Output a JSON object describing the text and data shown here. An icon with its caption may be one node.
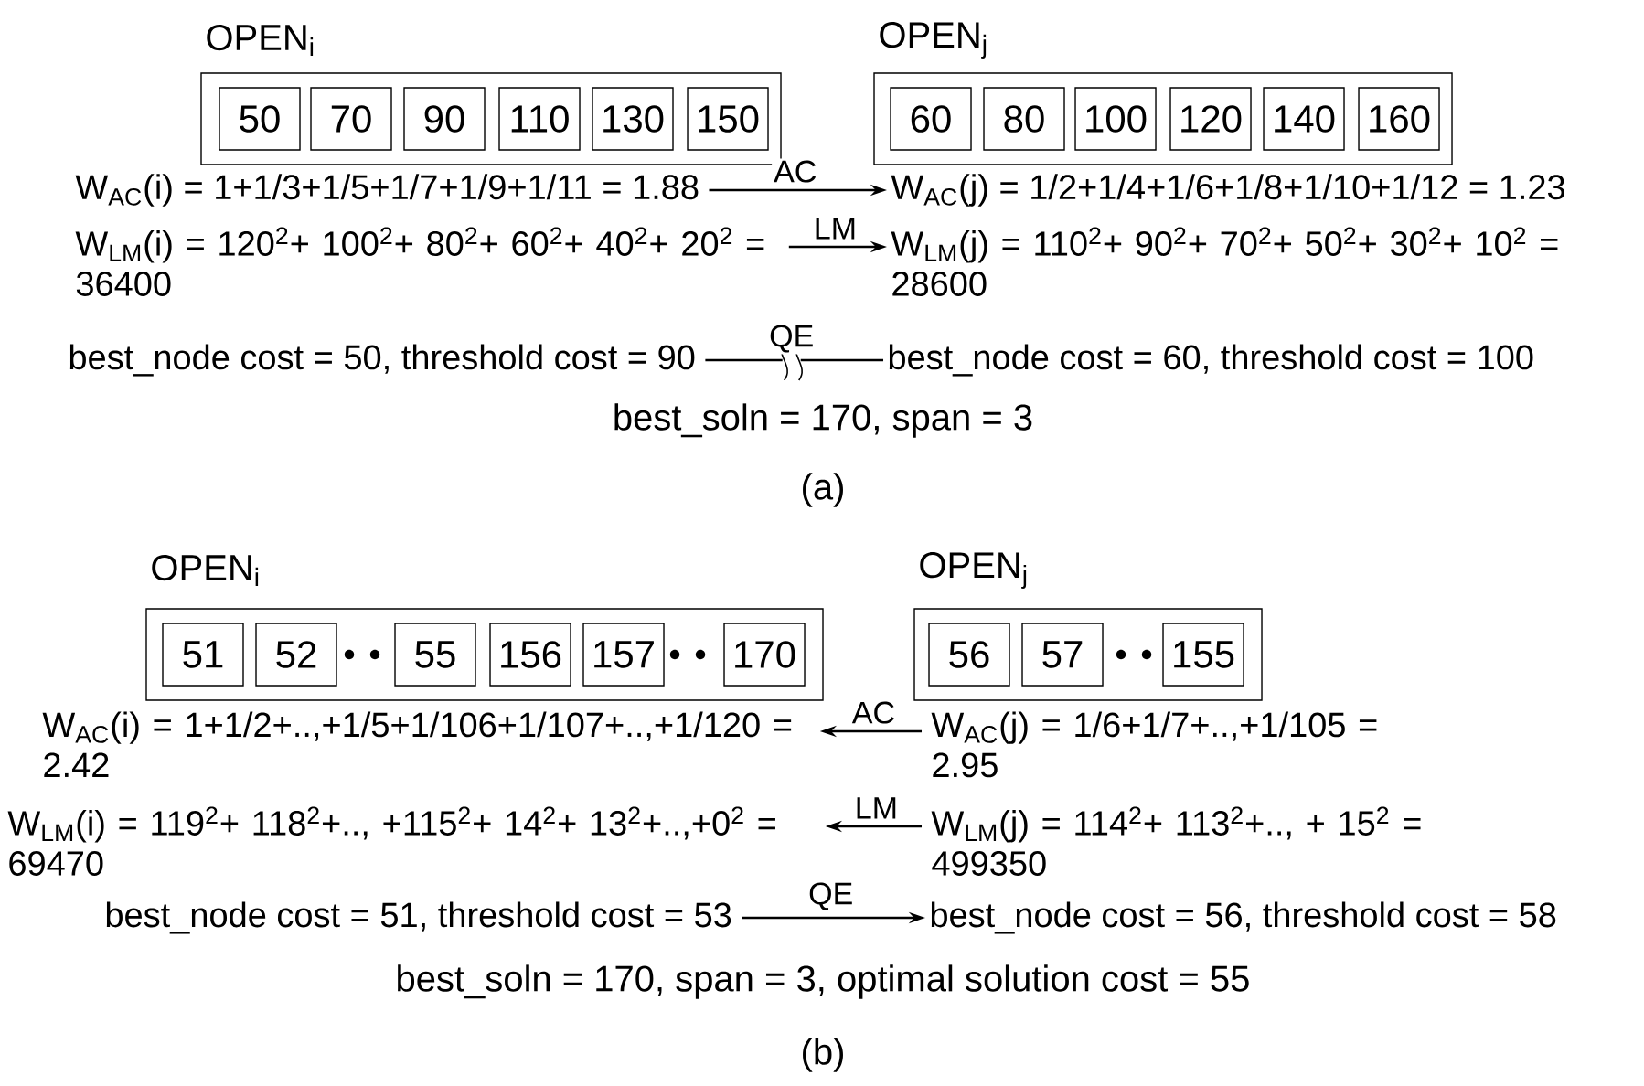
{
  "diagram": {
    "nodes": [
      {
        "text": [
          "OPEN$_{i}$"
        ]
      },
      {
        "text": [
          "50"
        ],
        "in": 0
      },
      {
        "text": [
          "70"
        ],
        "in": 0
      },
      {
        "text": [
          "90"
        ],
        "in": 0
      },
      {
        "text": [
          "110"
        ],
        "in": 0
      },
      {
        "text": [
          "130"
        ],
        "in": 0
      },
      {
        "text": [
          "150"
        ],
        "in": 0
      },
      {
        "text": [
          "OPEN$_{j}$"
        ]
      },
      {
        "text": [
          "60"
        ],
        "in": 7
      },
      {
        "text": [
          "80"
        ],
        "in": 7
      },
      {
        "text": [
          "100"
        ],
        "in": 7
      },
      {
        "text": [
          "120"
        ],
        "in": 7
      },
      {
        "text": [
          "140"
        ],
        "in": 7
      },
      {
        "text": [
          "160"
        ],
        "in": 7
      },
      {
        "text": [
          "W$_{AC}$(i) = 1+1/3+1/5+1/7+1/9+1/11 = 1.88"
        ]
      },
      {
        "text": [
          "W$_{AC}$(j) = 1/2+1/4+1/6+1/8+1/10+1/12 = 1.23"
        ]
      },
      {
        "text": [
          "W$_{LM}$(i) = 120$^{2}$+ 100$^{2}$+ 80$^{2}$+ 60$^{2}$+ 40$^{2}$+ 20$^{2}$ = 36400"
        ]
      },
      {
        "text": [
          "W$_{LM}$(j) = 110$^{2}$+ 90$^{2}$+ 70$^{2}$+ 50$^{2}$+ 30$^{2}$+ 10$^{2}$ = 28600"
        ]
      },
      {
        "text": [
          "best_node cost = 50, threshold cost = 90"
        ]
      },
      {
        "text": [
          "best_node cost = 60, threshold cost = 100"
        ]
      },
      {
        "text": [
          "OPEN$_{i}$"
        ]
      },
      {
        "text": [
          "51"
        ],
        "in": 20
      },
      {
        "text": [
          "52"
        ],
        "in": 20
      },
      {
        "text": [
          "55"
        ],
        "in": 20
      },
      {
        "text": [
          "156"
        ],
        "in": 20
      },
      {
        "text": [
          "157"
        ],
        "in": 20
      },
      {
        "text": [
          "170"
        ],
        "in": 20
      },
      {
        "text": [
          "OPEN$_{j}$"
        ]
      },
      {
        "text": [
          "56"
        ],
        "in": 27
      },
      {
        "text": [
          "57"
        ],
        "in": 27
      },
      {
        "text": [
          "155"
        ],
        "in": 27
      },
      {
        "text": [
          "W$_{AC}$(i) = 1+1/2+..,+1/5+1/106+1/107+..,+1/120 = 2.42"
        ]
      },
      {
        "text": [
          "W$_{AC}$(j) = 1/6+1/7+..,+1/105 = 2.95"
        ]
      },
      {
        "text": [
          "W$_{LM}$(i) = 119$^{2}$+ 118$^{2}$+.., +115$^{2}$+ 14$^{2}$+ 13$^{2}$+..,+0$^{2}$ = 69470"
        ]
      },
      {
        "text": [
          "W$_{LM}$(j) = 114$^{2}$+ 113$^{2}$+.., + 15$^{2}$ = 499350"
        ]
      },
      {
        "text": [
          "best_node cost = 51, threshold cost = 53"
        ]
      },
      {
        "text": [
          "best_node cost = 56, threshold cost = 58"
        ]
      }
    ],
    "edges": [
      {
        "from": 14,
        "to": 15,
        "arrow": "to",
        "label": "AC"
      },
      {
        "from": 16,
        "to": 17,
        "arrow": "to",
        "label": "LM"
      },
      {
        "from": 18,
        "to": 19,
        "arrow": "none",
        "label": "QE"
      },
      {
        "from": 32,
        "to": 31,
        "arrow": "to",
        "label": "AC"
      },
      {
        "from": 34,
        "to": 33,
        "arrow": "to",
        "label": "LM"
      },
      {
        "from": 35,
        "to": 36,
        "arrow": "to",
        "label": "QE"
      }
    ],
    "labels": [
      "best_soln = 170, span = 3",
      "(a)",
      "best_soln = 170, span = 3, optimal solution cost = 55",
      "(b)"
    ]
  }
}
